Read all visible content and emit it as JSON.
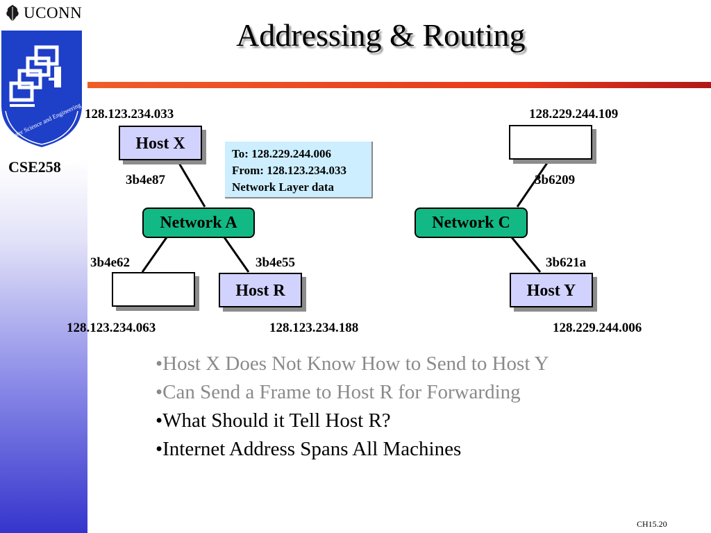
{
  "slide": {
    "title": "Addressing & Routing",
    "course": "CSE258",
    "uconn": "UCONN",
    "logo_ring_text": "Computer Science and Engineering",
    "footer": "CH15.20",
    "colors": {
      "host_fill": "#d2d2ff",
      "network_fill": "#12b985",
      "packet_fill": "#cceeff",
      "rule": "#e63a1a"
    }
  },
  "diagram": {
    "hosts": {
      "x": {
        "name": "Host X",
        "ip": "128.123.234.033",
        "mac": "3b4e87"
      },
      "unnamed_a": {
        "name": "",
        "ip": "128.123.234.063",
        "mac": "3b4e62"
      },
      "r": {
        "name": "Host R",
        "ip": "128.123.234.188",
        "mac": "3b4e55"
      },
      "unnamed_c": {
        "name": "",
        "ip": "128.229.244.109",
        "mac": "3b6209"
      },
      "y": {
        "name": "Host Y",
        "ip": "128.229.244.006",
        "mac": "3b621a"
      }
    },
    "networks": {
      "a": "Network A",
      "c": "Network C"
    },
    "packet": {
      "to": "To: 128.229.244.006",
      "from": "From: 128.123.234.033",
      "payload": "Network Layer data"
    }
  },
  "bullets": [
    {
      "text": "•Host X Does Not Know How to Send to Host Y",
      "style": "gray"
    },
    {
      "text": "•Can Send a Frame to Host R for Forwarding",
      "style": "gray"
    },
    {
      "text": "•What Should it Tell Host R?",
      "style": "black"
    },
    {
      "text": "•Internet Address Spans All Machines",
      "style": "black"
    }
  ]
}
